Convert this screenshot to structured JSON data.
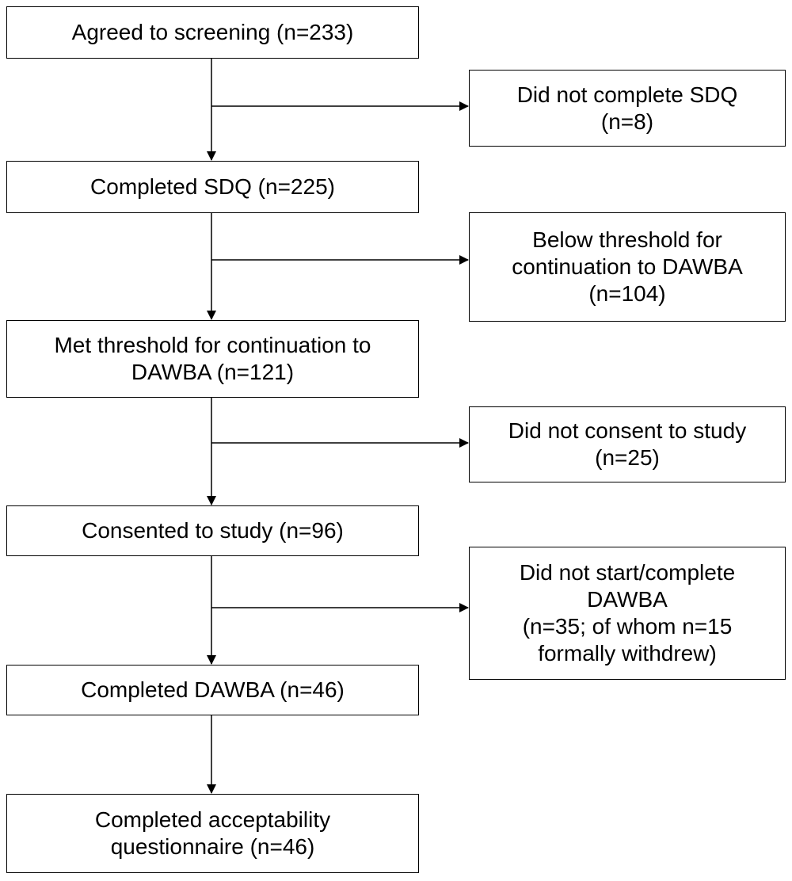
{
  "flow": {
    "main": [
      {
        "id": "agreed",
        "text": "Agreed to screening (n=233)"
      },
      {
        "id": "sdq",
        "text": "Completed SDQ (n=225)"
      },
      {
        "id": "met",
        "text": "Met threshold for continuation to\nDAWBA (n=121)"
      },
      {
        "id": "consent",
        "text": "Consented to study (n=96)"
      },
      {
        "id": "dawba",
        "text": "Completed DAWBA (n=46)"
      },
      {
        "id": "accept",
        "text": "Completed acceptability\nquestionnaire (n=46)"
      }
    ],
    "side": [
      {
        "id": "nosdq",
        "text": "Did not complete SDQ\n(n=8)"
      },
      {
        "id": "below",
        "text": "Below threshold for\ncontinuation to DAWBA\n(n=104)"
      },
      {
        "id": "noconsent",
        "text": "Did not consent to study\n(n=25)"
      },
      {
        "id": "nodawba",
        "text": "Did not start/complete\nDAWBA\n(n=35; of whom n=15\nformally withdrew)"
      }
    ]
  },
  "colors": {
    "stroke": "#000000",
    "background": "#ffffff"
  }
}
